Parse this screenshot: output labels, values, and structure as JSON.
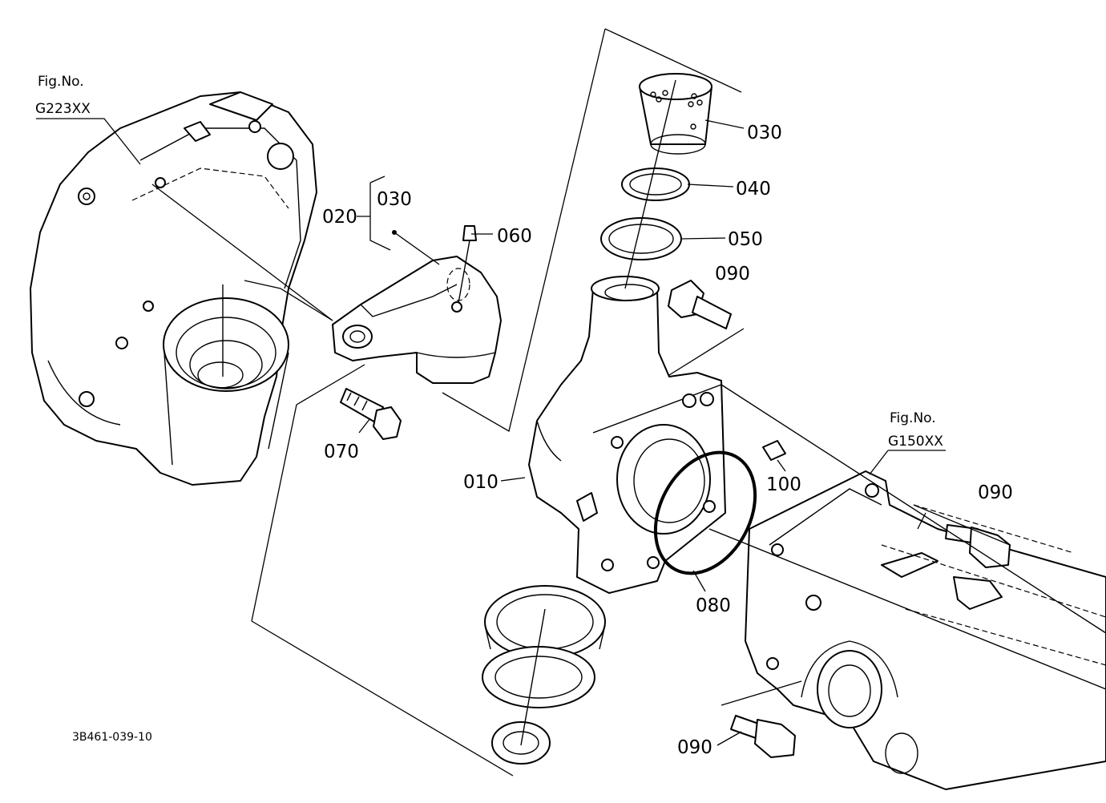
{
  "figure_refs": {
    "left": {
      "line1": "Fig.No.",
      "line2": "G223XX"
    },
    "right": {
      "line1": "Fig.No.",
      "line2": "G150XX"
    }
  },
  "callouts": {
    "p010": "010",
    "p020": "020",
    "p030_group": "030",
    "p030": "030",
    "p040": "040",
    "p050": "050",
    "p060": "060",
    "p070": "070",
    "p080": "080",
    "p090_top": "090",
    "p090_right": "090",
    "p090_bottom": "090",
    "p100": "100"
  },
  "drawing_code": "3B461-039-10"
}
